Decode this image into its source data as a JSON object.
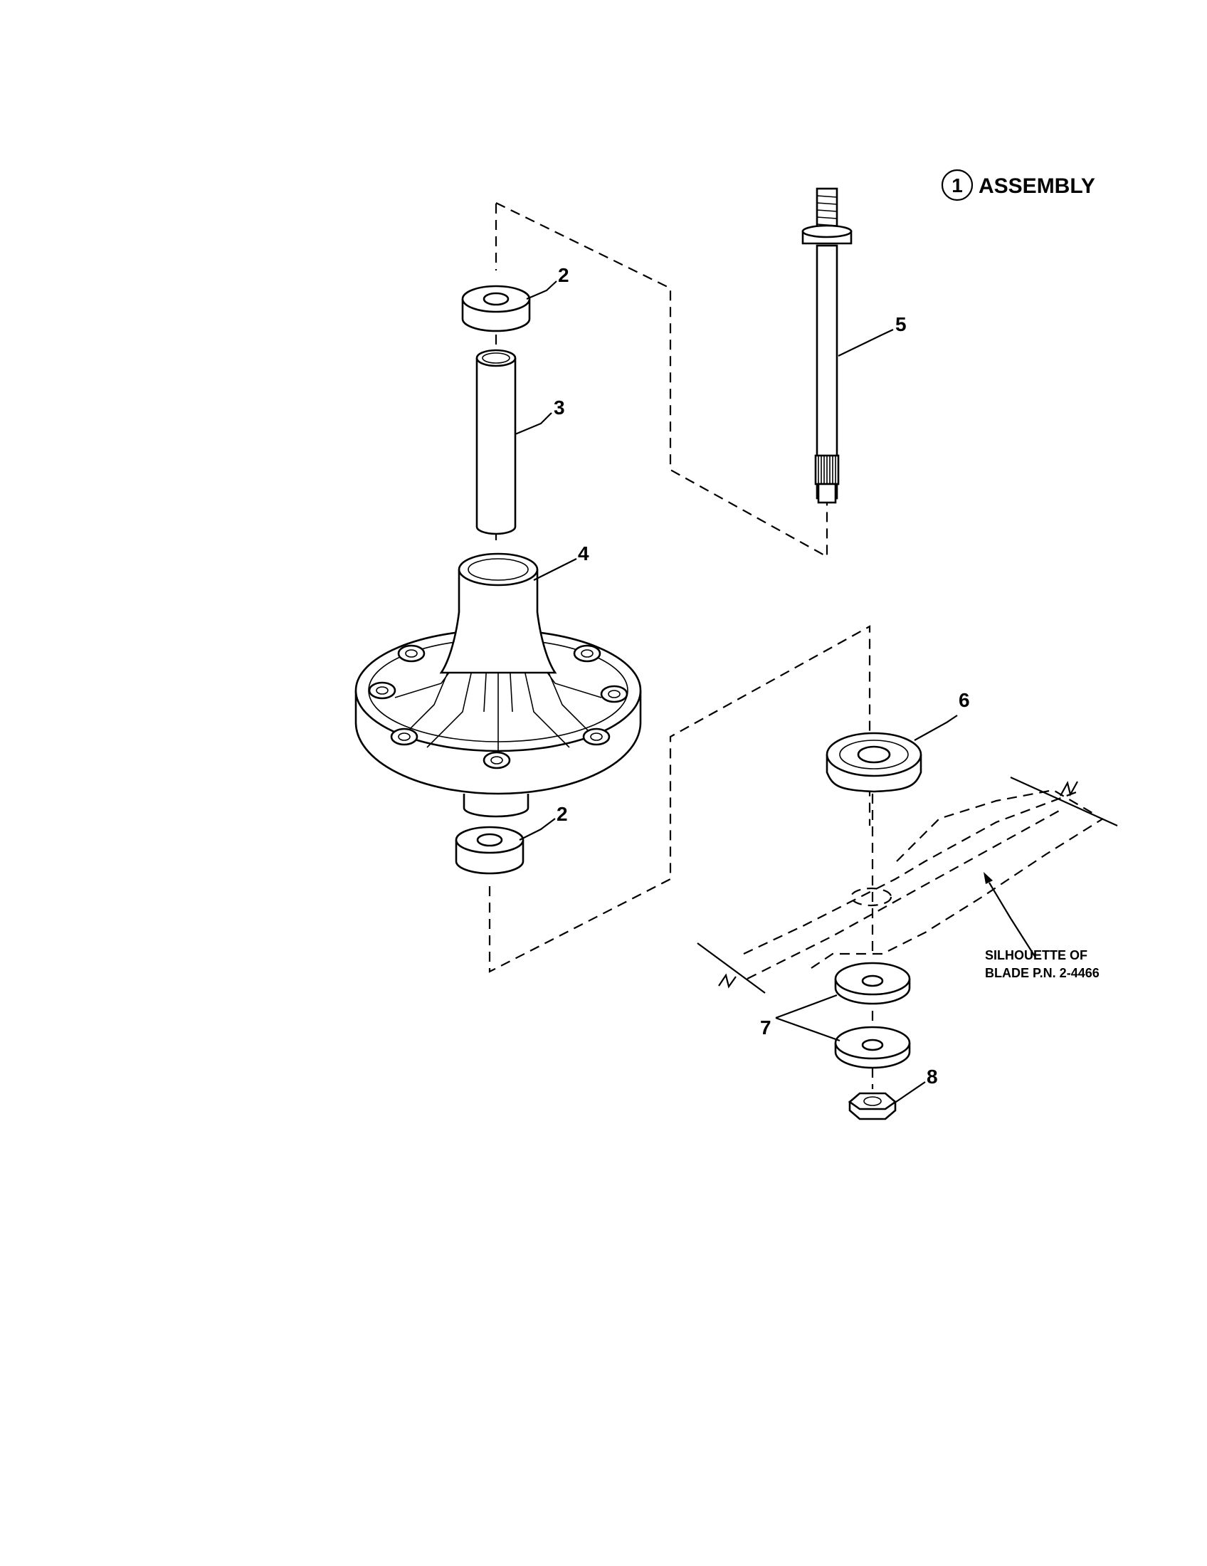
{
  "diagram": {
    "title": {
      "callout": "1",
      "text": "ASSEMBLY"
    },
    "callouts": [
      {
        "id": "callout-2-top",
        "label": "2"
      },
      {
        "id": "callout-3",
        "label": "3"
      },
      {
        "id": "callout-4",
        "label": "4"
      },
      {
        "id": "callout-2-bottom",
        "label": "2"
      },
      {
        "id": "callout-5",
        "label": "5"
      },
      {
        "id": "callout-6",
        "label": "6"
      },
      {
        "id": "callout-7",
        "label": "7"
      },
      {
        "id": "callout-8",
        "label": "8"
      }
    ],
    "note": {
      "line1": "SILHOUETTE OF",
      "line2": "BLADE P.N. 2-4466"
    }
  }
}
